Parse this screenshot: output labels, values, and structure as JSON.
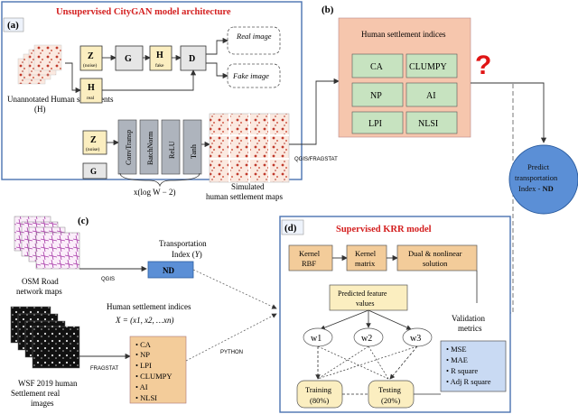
{
  "panel_a": {
    "label": "(a)",
    "title": "Unsupervised  CityGAN model architecture",
    "z_noise": "Z",
    "z_noise_sub": "(noise)",
    "g": "G",
    "h_fake": "H",
    "h_fake_sub": "fake",
    "d": "D",
    "h_real": "H",
    "h_real_sub": "real",
    "real_image": "Real image",
    "fake_image": "Fake image",
    "unannotated": "Unannotated Human settlements",
    "unannotated_h": "(H)",
    "z_noise2": "Z",
    "z_noise2_sub": "(noise)",
    "g2": "G",
    "layers": [
      "ConvTransp",
      "BatchNorm",
      "ReLU",
      "Tanh"
    ],
    "repeat": "x(log W − 2)",
    "simulated": "Simulated",
    "simulated2": "human settlement maps",
    "qgis_fragstat": "QGIS/FRAGSTAT"
  },
  "panel_b": {
    "label": "(b)",
    "title": "Human settlement indices",
    "indices": [
      "CA",
      "CLUMPY",
      "NP",
      "AI",
      "LPI",
      "NLSI"
    ],
    "question": "?",
    "predict": "Predict transportation Index -",
    "predict_nd": "ND"
  },
  "panel_c": {
    "label": "(c)",
    "osm": "OSM Road network maps",
    "qgis": "QGIS",
    "transport_index": "Transportation Index (Y)",
    "nd": "ND",
    "hs_indices": "Human settlement indices",
    "hs_formula": "X = (x1, x2, …xn)",
    "list": [
      "CA",
      "NP",
      "LPI",
      "CLUMPY",
      "AI",
      "NLSI"
    ],
    "fragstat": "FRAGSTAT",
    "python": "PYTHON",
    "wsf": "WSF 2019 human Settlement real images"
  },
  "panel_d": {
    "label": "(d)",
    "title": "Supervised  KRR model",
    "kernel_rbf": "Kernel RBF",
    "kernel_matrix": "Kernel matrix",
    "dual": "Dual & nonlinear solution",
    "predicted": "Predicted feature values",
    "weights": [
      "w1",
      "w2",
      "w3"
    ],
    "training": "Training (80%)",
    "testing": "Testing (20%)",
    "validation": "Validation metrics",
    "metrics": [
      "MSE",
      "MAE",
      "R square",
      "Adj R square"
    ]
  },
  "colors": {
    "panel_border": "#4a72b0",
    "title_red": "#d42020",
    "yellow_box": "#fbeec0",
    "index_green": "#c7e3c0",
    "salmon": "#f6c6ad",
    "orange_box": "#f3cc9a",
    "nd_blue": "#5b8fd6",
    "metrics_blue": "#c9daf3",
    "layer_grey": "#aeb4bd"
  }
}
